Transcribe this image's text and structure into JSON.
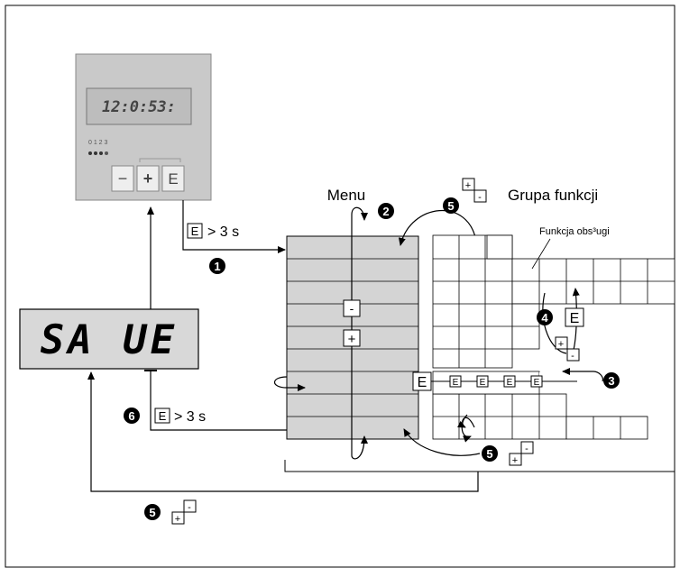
{
  "device": {
    "lcd_text": "12:0:53:",
    "led_label": "0 1 2 3",
    "group_label": "",
    "buttons": {
      "minus": "−",
      "plus": "+",
      "e": "E"
    }
  },
  "save_display": {
    "text": "SA UE"
  },
  "menu": {
    "title": "Menu",
    "minus_key": "-",
    "plus_key": "+"
  },
  "functions": {
    "title": "Grupa funkcji",
    "service_label": "Funkcja obs³ugi",
    "e_key": "E"
  },
  "steps": {
    "s1": {
      "badge": "1",
      "key": "E",
      "text": "> 3 s"
    },
    "s2": {
      "badge": "2"
    },
    "s3": {
      "badge": "3"
    },
    "s4": {
      "badge": "4",
      "key": "E"
    },
    "s5": {
      "badge": "5"
    },
    "s6": {
      "badge": "6",
      "key": "E",
      "text": "> 3 s"
    }
  },
  "small_keys": {
    "e": "E",
    "plus": "+",
    "minus": "-"
  },
  "colors": {
    "menu_fill": "#d4d4d4",
    "device_face": "#c9c9c9",
    "lcd": "#bdbdbd",
    "line": "#000000"
  }
}
